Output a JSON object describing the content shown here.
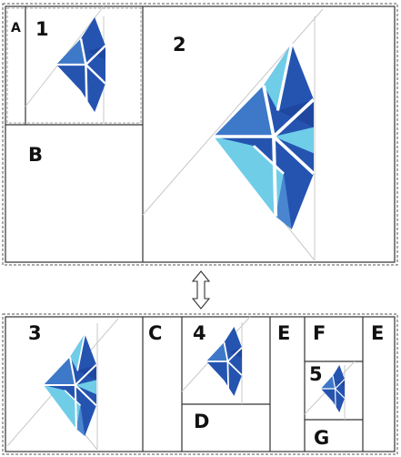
{
  "labels": {
    "a": "A",
    "b": "B",
    "c": "C",
    "d": "D",
    "e_left": "E",
    "e_right": "E",
    "f": "F",
    "g": "G",
    "n1": "1",
    "n2": "2",
    "n3": "3",
    "n4": "4",
    "n5": "5"
  },
  "colors": {
    "dark_blue": "#2554b0",
    "mid_blue": "#3e78c8",
    "light_blue": "#6fcde8",
    "frame": "#333333",
    "guide": "#c8c8c8"
  },
  "icons": {
    "arrow": "double-vertical-arrow-icon",
    "fish": "origami-fish-icon"
  }
}
